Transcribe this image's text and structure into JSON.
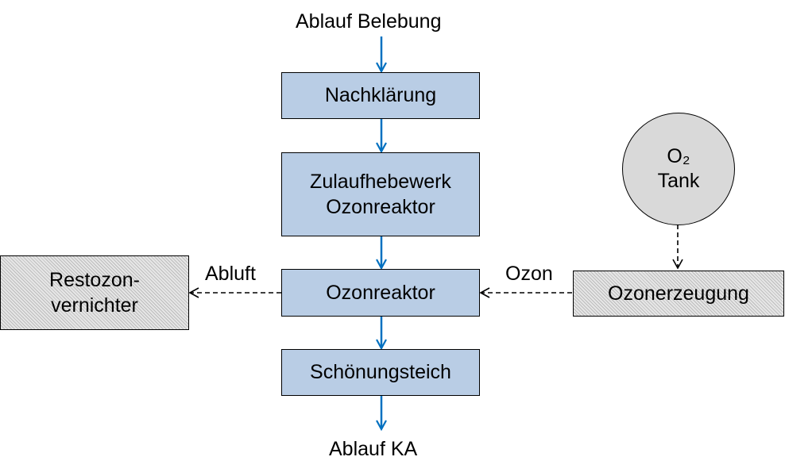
{
  "labels": {
    "input": "Ablauf Belebung",
    "output": "Ablauf KA",
    "abluft": "Abluft",
    "ozon": "Ozon"
  },
  "boxes": {
    "nachklaerung": "Nachklärung",
    "zulauf_line1": "Zulaufhebewerk",
    "zulauf_line2": "Ozonreaktor",
    "ozonreaktor": "Ozonreaktor",
    "schoenungsteich": "Schönungsteich",
    "restozon_line1": "Restozon-",
    "restozon_line2": "vernichter",
    "ozonerzeugung": "Ozonerzeugung"
  },
  "tank": {
    "line1": "O₂",
    "line2": "Tank"
  },
  "colors": {
    "process_fill": "#b9cde5",
    "flow_arrow": "#0070c0",
    "tank_fill": "#d9d9d9",
    "hatched_fill": "#e6e6e6"
  }
}
